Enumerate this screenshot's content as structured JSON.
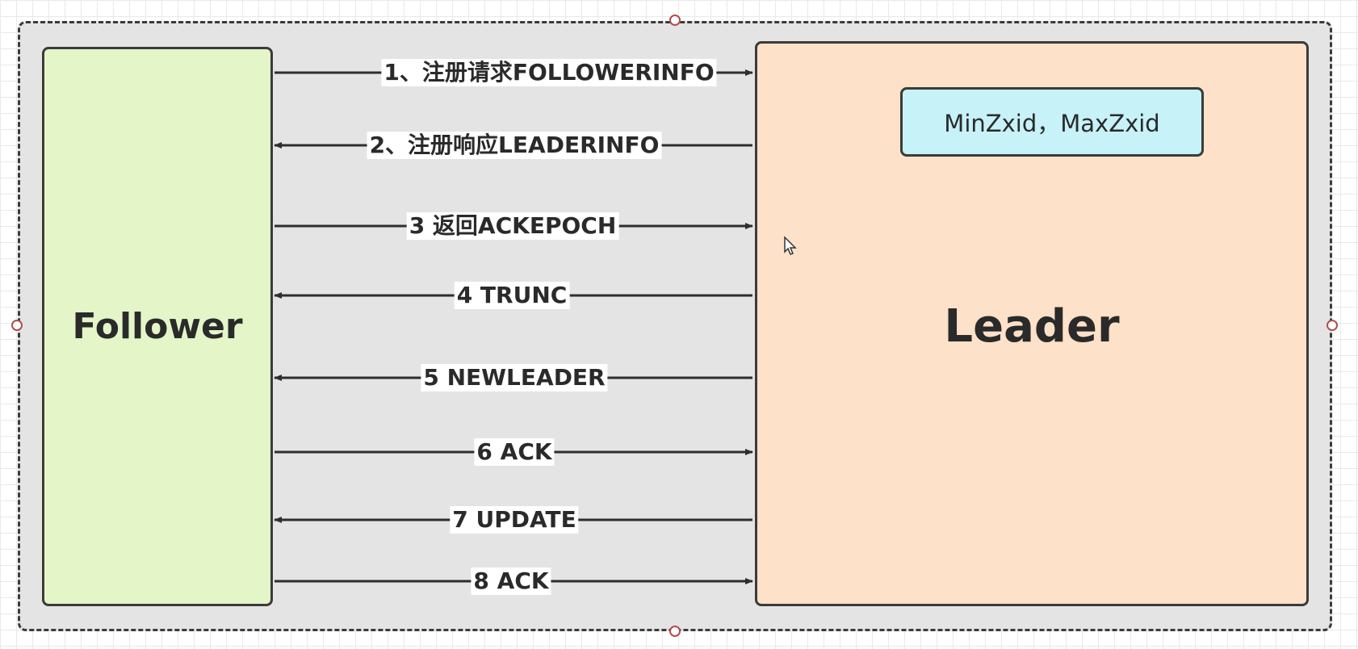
{
  "follower": {
    "title": "Follower"
  },
  "leader": {
    "title": "Leader",
    "zxid_label": "MinZxid，MaxZxid"
  },
  "messages": [
    {
      "label": "1、注册请求FOLLOWERINFO",
      "direction": "to-leader"
    },
    {
      "label": "2、注册响应LEADERINFO",
      "direction": "to-follower"
    },
    {
      "label": "3 返回ACKEPOCH",
      "direction": "to-leader"
    },
    {
      "label": "4 TRUNC",
      "direction": "to-follower"
    },
    {
      "label": "5 NEWLEADER",
      "direction": "to-follower"
    },
    {
      "label": "6 ACK",
      "direction": "to-leader"
    },
    {
      "label": "7 UPDATE",
      "direction": "to-follower"
    },
    {
      "label": "8 ACK",
      "direction": "to-leader"
    }
  ],
  "colors": {
    "follower_fill": "#e4f5c8",
    "leader_fill": "#fde1c8",
    "zxid_fill": "#c6f2f8",
    "group_fill": "#e4e4e4",
    "stroke": "#3b3b3b"
  }
}
